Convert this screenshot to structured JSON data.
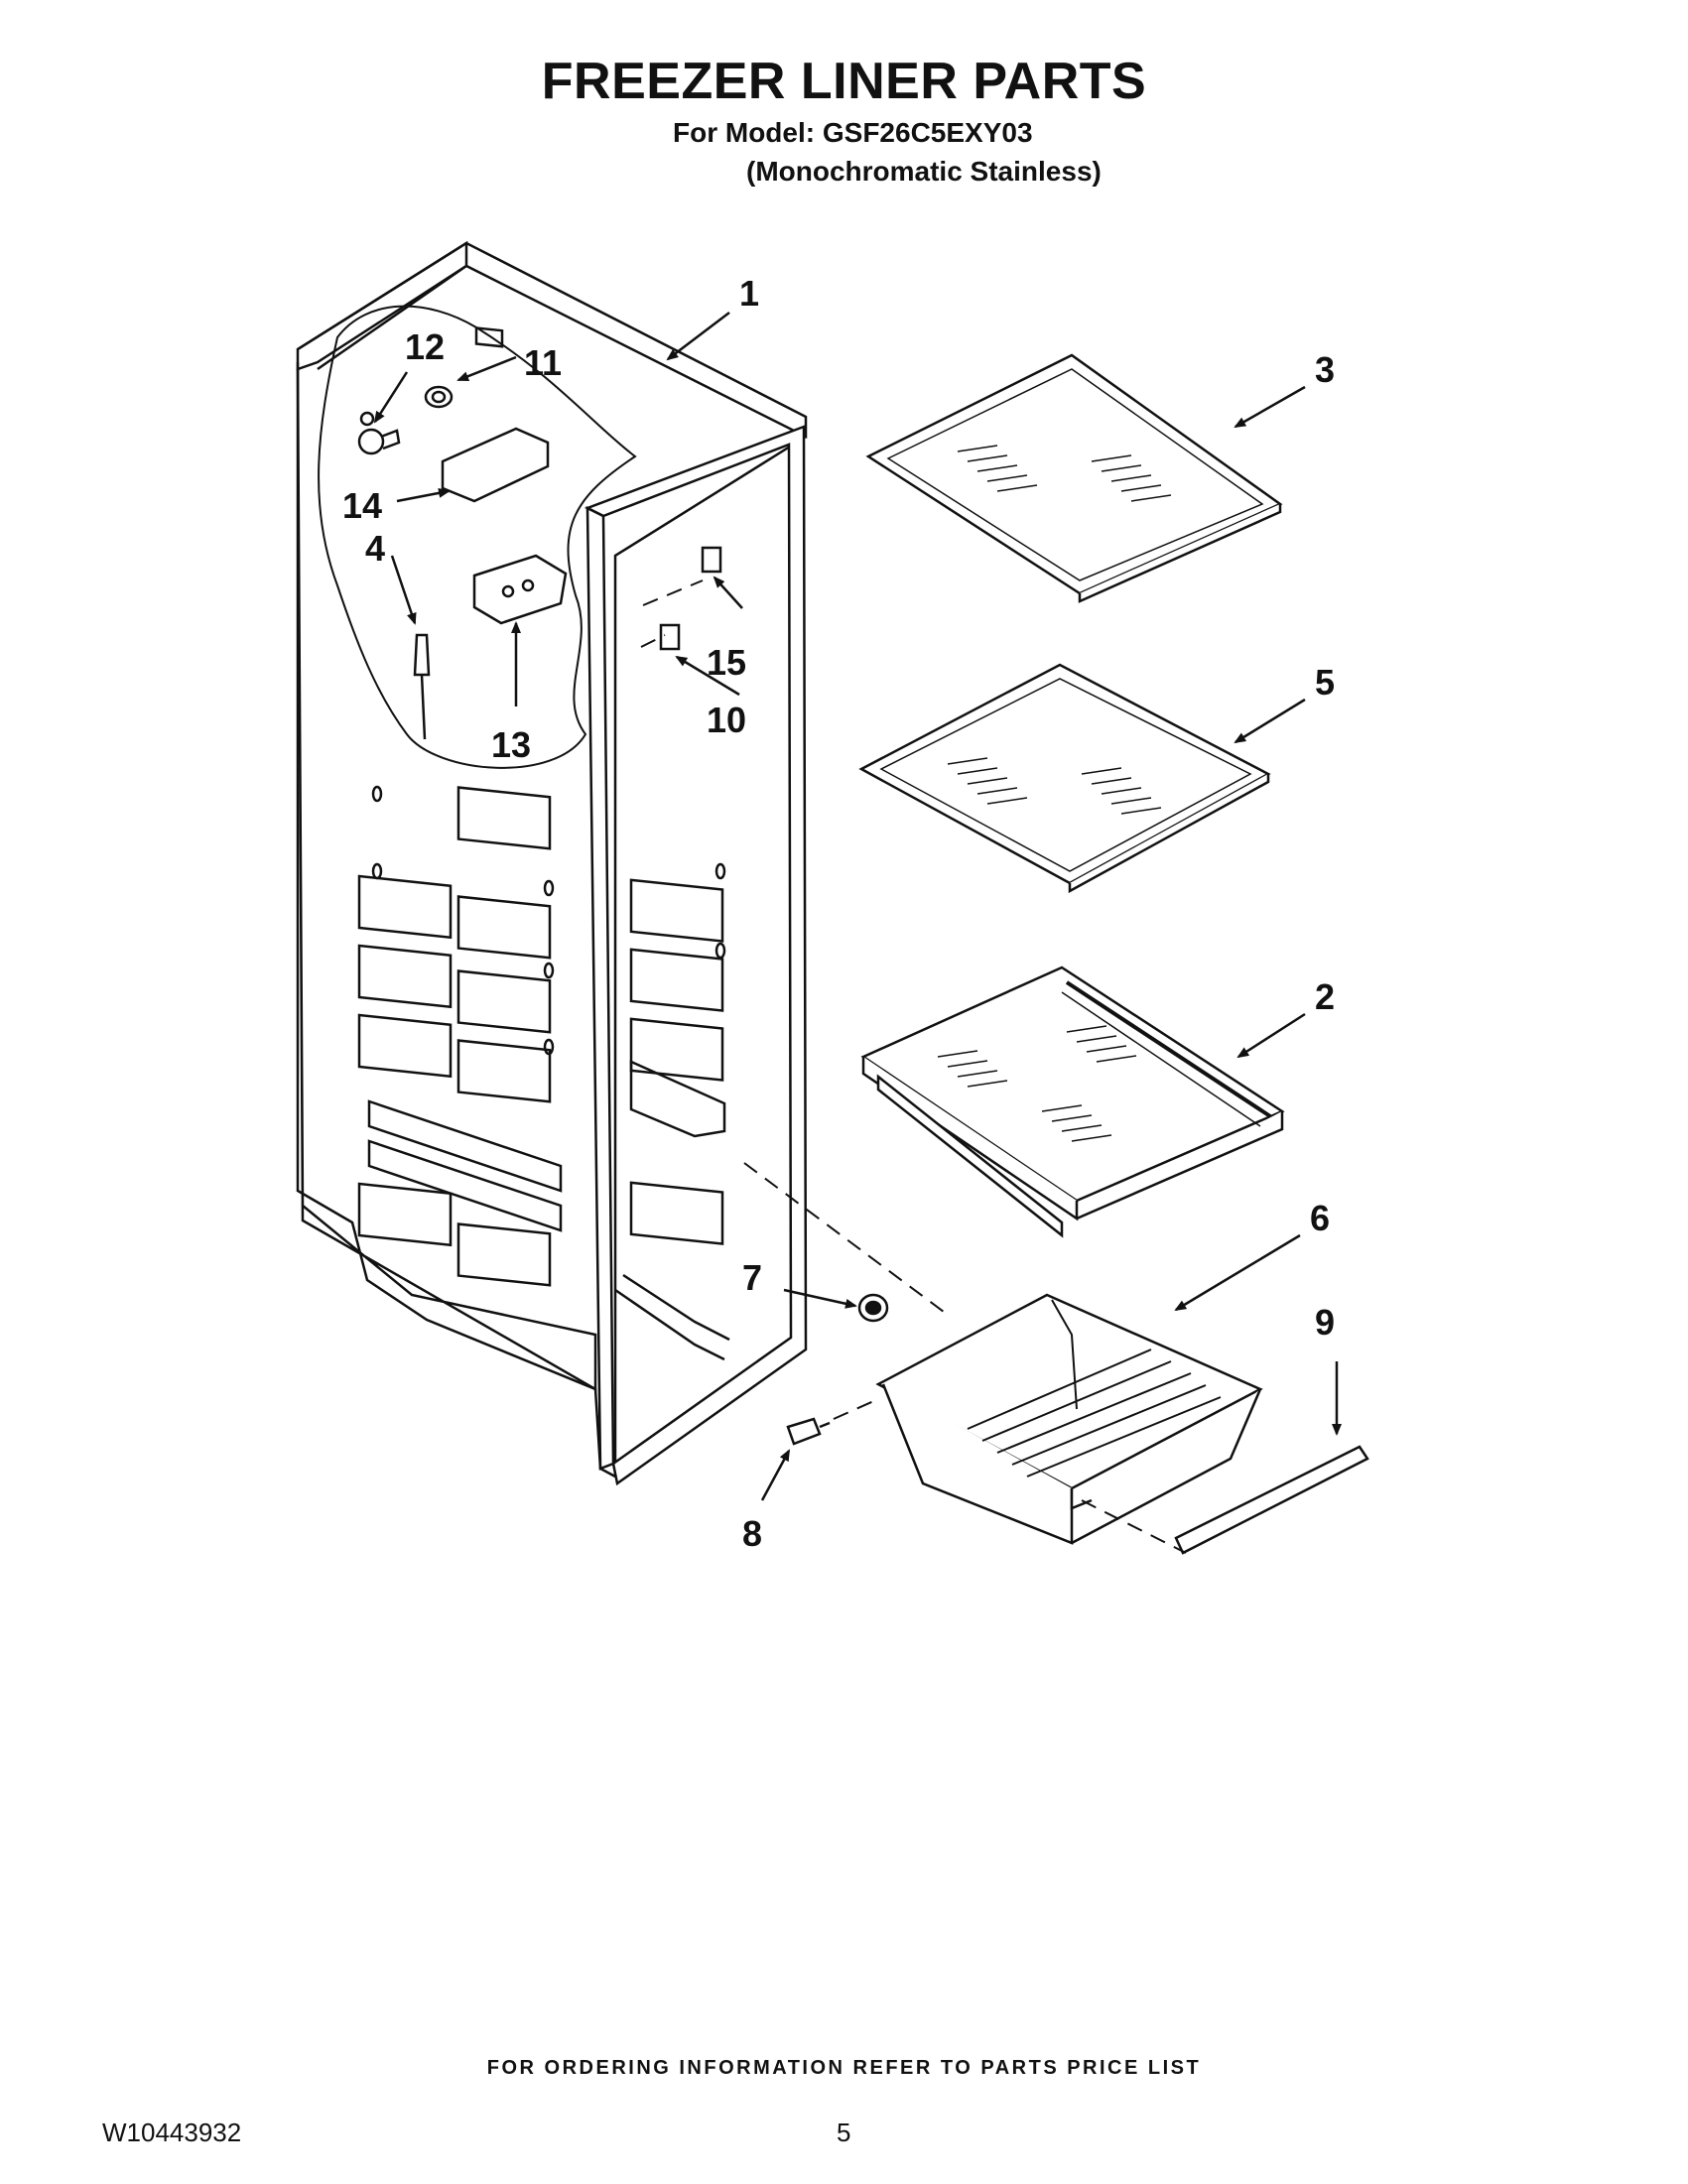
{
  "header": {
    "title": "FREEZER LINER PARTS",
    "model_line": "For Model: GSF26C5EXY03",
    "variant_line": "(Monochromatic Stainless)"
  },
  "callouts": [
    "1",
    "2",
    "3",
    "4",
    "5",
    "6",
    "7",
    "8",
    "9",
    "10",
    "11",
    "12",
    "13",
    "14",
    "15"
  ],
  "footer": {
    "ordering_note": "FOR ORDERING INFORMATION REFER TO PARTS PRICE LIST",
    "document_number": "W10443932",
    "page_number": "5"
  }
}
